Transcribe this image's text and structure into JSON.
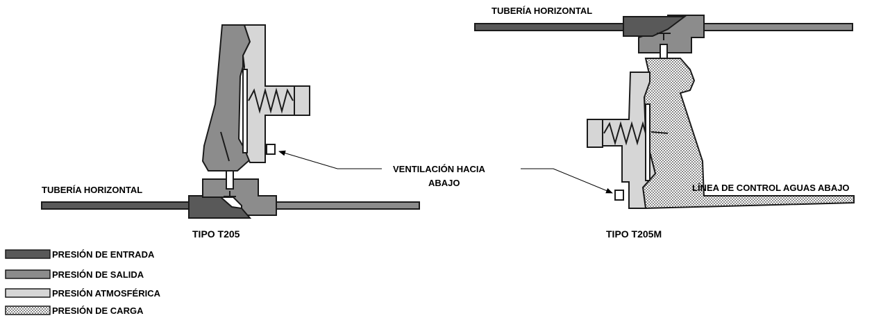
{
  "diagram": {
    "left": {
      "caption": "TIPO T205",
      "pipe_label": "TUBERÍA HORIZONTAL"
    },
    "right": {
      "caption": "TIPO T205M",
      "pipe_label": "TUBERÍA HORIZONTAL",
      "control_line_label": "LÍNEA DE CONTROL AGUAS ABAJO"
    },
    "vent_label_line1": "VENTILACIÓN HACIA",
    "vent_label_line2": "ABAJO"
  },
  "legend": {
    "items": [
      {
        "label": "PRESIÓN DE ENTRADA",
        "fill": "inlet"
      },
      {
        "label": "PRESIÓN DE SALIDA",
        "fill": "outlet"
      },
      {
        "label": "PRESIÓN ATMOSFÉRICA",
        "fill": "atmos"
      },
      {
        "label": "PRESIÓN DE CARGA",
        "fill": "loading"
      }
    ]
  },
  "colors": {
    "inlet": "#595959",
    "outlet": "#8c8c8c",
    "atmospheric": "#d6d6d6",
    "outline": "#1a1a1a"
  }
}
